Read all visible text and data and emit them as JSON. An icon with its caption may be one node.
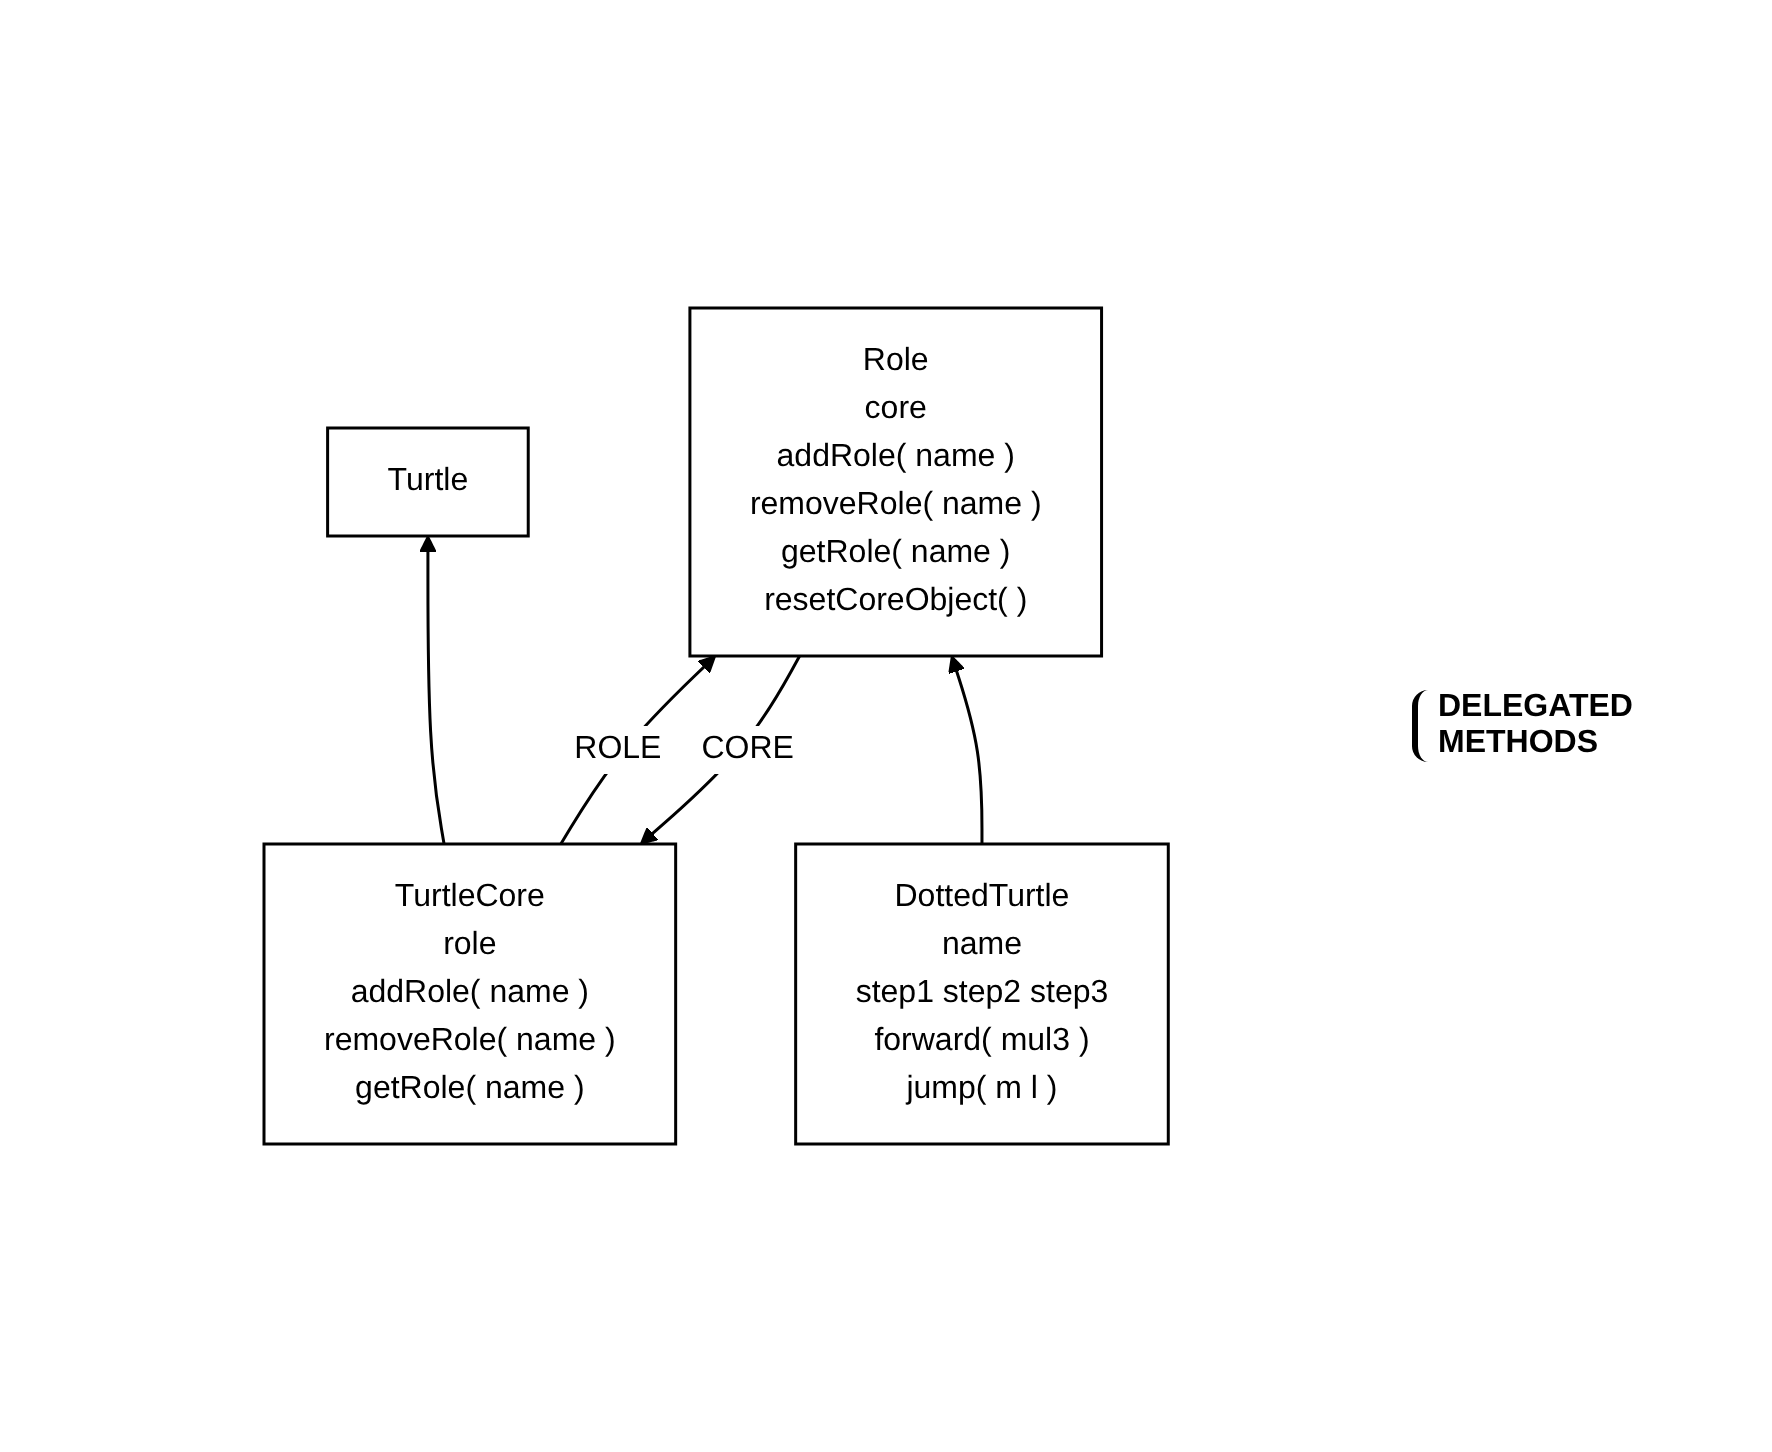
{
  "diagram": {
    "nodes": [
      {
        "text": [
          "Turtle"
        ]
      },
      {
        "text": [
          "TurtleCore",
          "role",
          "addRole( name )",
          "removeRole( name )",
          "getRole( name )"
        ]
      },
      {
        "text": [
          "Role",
          "core",
          "addRole( name )",
          "removeRole( name )",
          "getRole( name )",
          "resetCoreObject( )"
        ]
      },
      {
        "text": [
          "DottedTurtle",
          "name",
          "step1  step2  step3",
          "forward( mul3 )",
          "jump( m   l )"
        ]
      }
    ],
    "edges": [
      {
        "from": 1,
        "to": 0,
        "arrow": "to"
      },
      {
        "from": 1,
        "to": 2,
        "arrow": "to",
        "label": "ROLE"
      },
      {
        "from": 2,
        "to": 1,
        "arrow": "to",
        "label": "CORE"
      },
      {
        "from": 3,
        "to": 2,
        "arrow": "to"
      }
    ],
    "labels": [
      "DELEGATED METHODS"
    ]
  }
}
